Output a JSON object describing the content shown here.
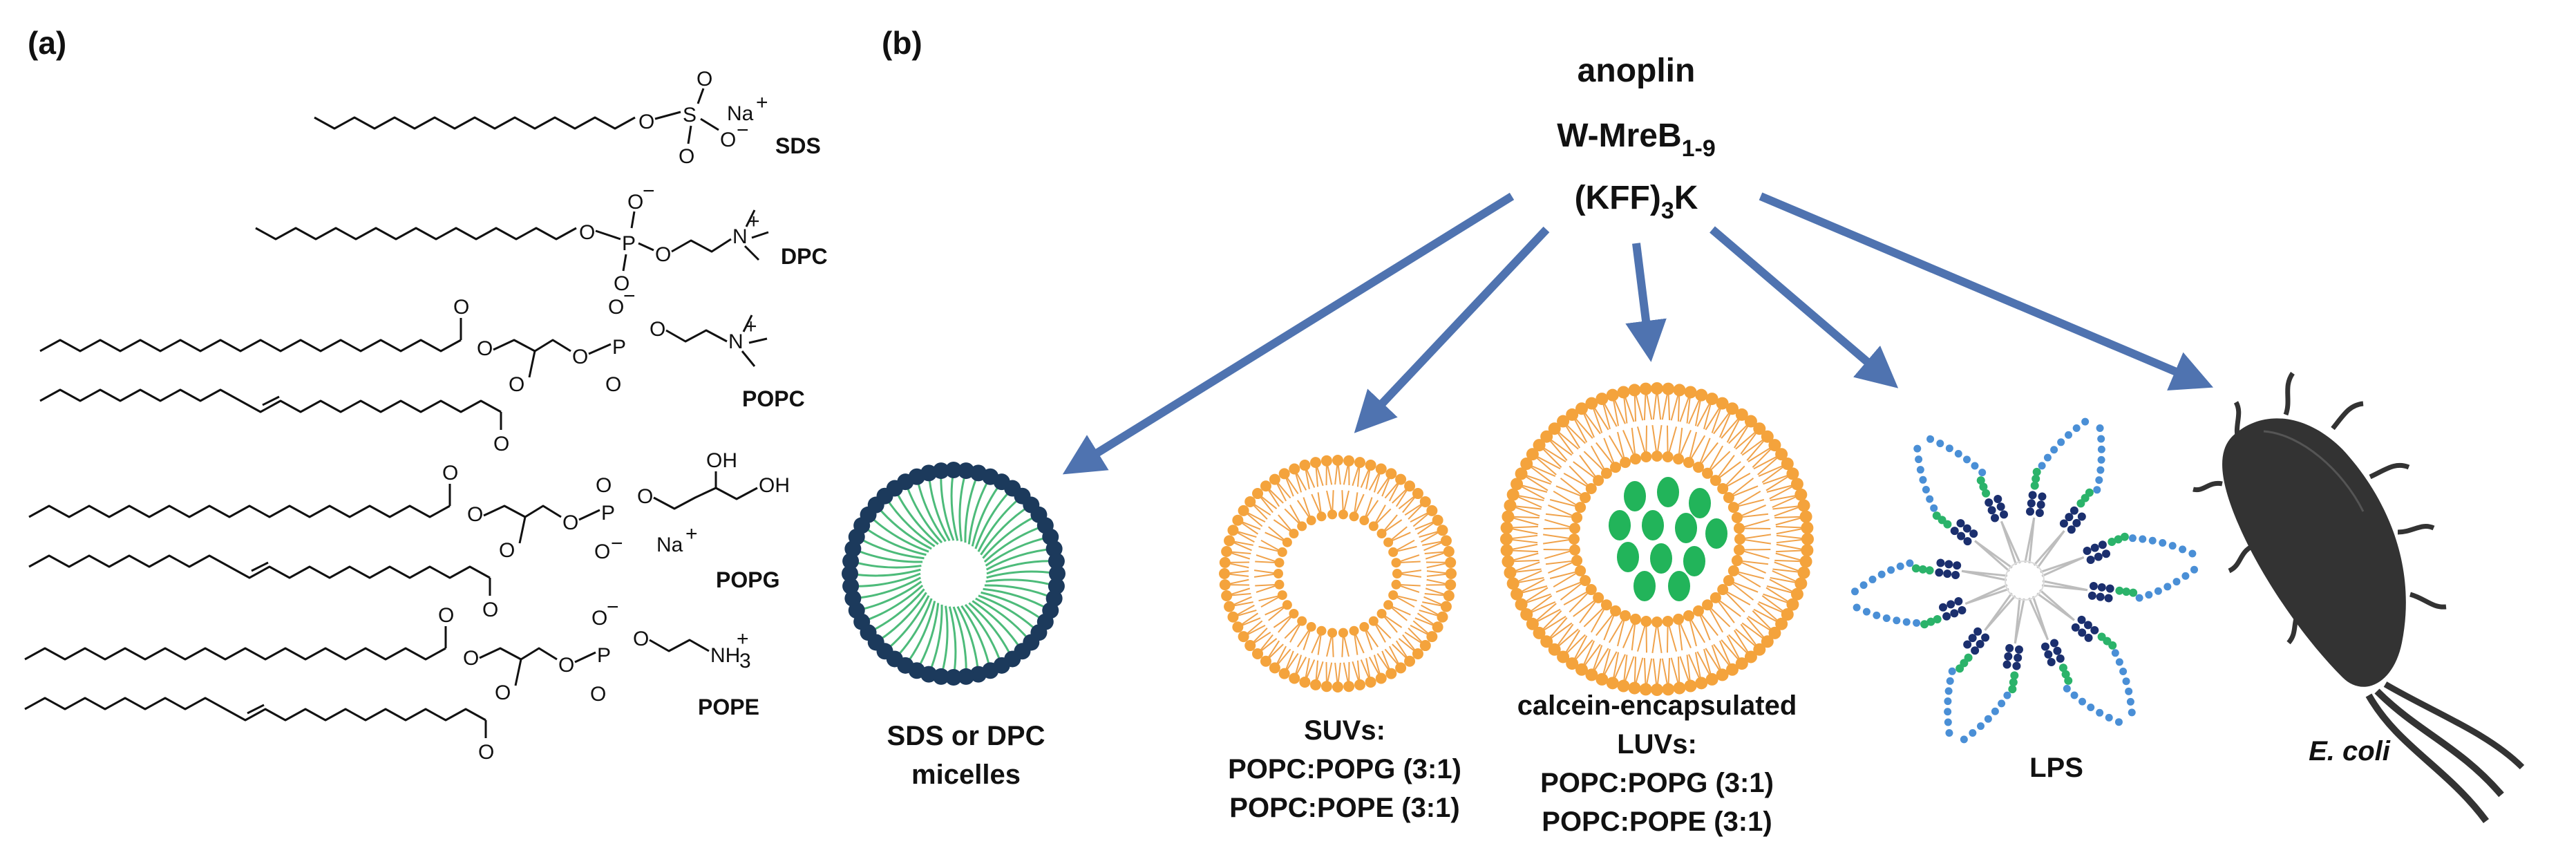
{
  "panel_a": {
    "label": "(a)",
    "molecules": [
      {
        "name": "SDS",
        "counter_ion": "Na",
        "charge": "+"
      },
      {
        "name": "DPC"
      },
      {
        "name": "POPC"
      },
      {
        "name": "POPG",
        "counter_ion": "Na",
        "charge": "+"
      },
      {
        "name": "POPE",
        "amine": "NH",
        "amine_sub": "3",
        "charge": "+"
      }
    ],
    "atoms": {
      "oxygen": "O",
      "sulfur": "S",
      "phosphorus": "P",
      "nitrogen": "N",
      "hydroxyl": "OH",
      "minus": "−",
      "plus": "+"
    }
  },
  "panel_b": {
    "label": "(b)",
    "peptides": {
      "line1": "anoplin",
      "line2_main": "W-MreB",
      "line2_sub": "1-9",
      "line3_open": "(KFF)",
      "line3_sub": "3",
      "line3_close": "K"
    },
    "targets": [
      {
        "id": "micelle",
        "lines": [
          "SDS or DPC",
          "micelles"
        ]
      },
      {
        "id": "suv",
        "lines": [
          "SUVs:",
          "POPC:POPG (3:1)",
          "POPC:POPE (3:1)"
        ]
      },
      {
        "id": "luv",
        "lines": [
          "calcein-encapsulated",
          "LUVs:",
          "POPC:POPG (3:1)",
          "POPC:POPE (3:1)"
        ]
      },
      {
        "id": "lps",
        "lines": [
          "LPS"
        ]
      },
      {
        "id": "ecoli",
        "lines": [
          "E. coli"
        ]
      }
    ],
    "colors": {
      "arrow": "#4f73b0",
      "micelle_head": "#1c3a5c",
      "micelle_tail": "#4dbb7a",
      "lipid_head": "#f4a33c",
      "lipid_tail": "#f0a24a",
      "calcein": "#22b45a",
      "lps_light": "#4a8fd6",
      "lps_dark": "#1b2f6e",
      "lps_green": "#2bb36a",
      "lps_core": "#bdbdbd",
      "ecoli": "#333333"
    }
  }
}
